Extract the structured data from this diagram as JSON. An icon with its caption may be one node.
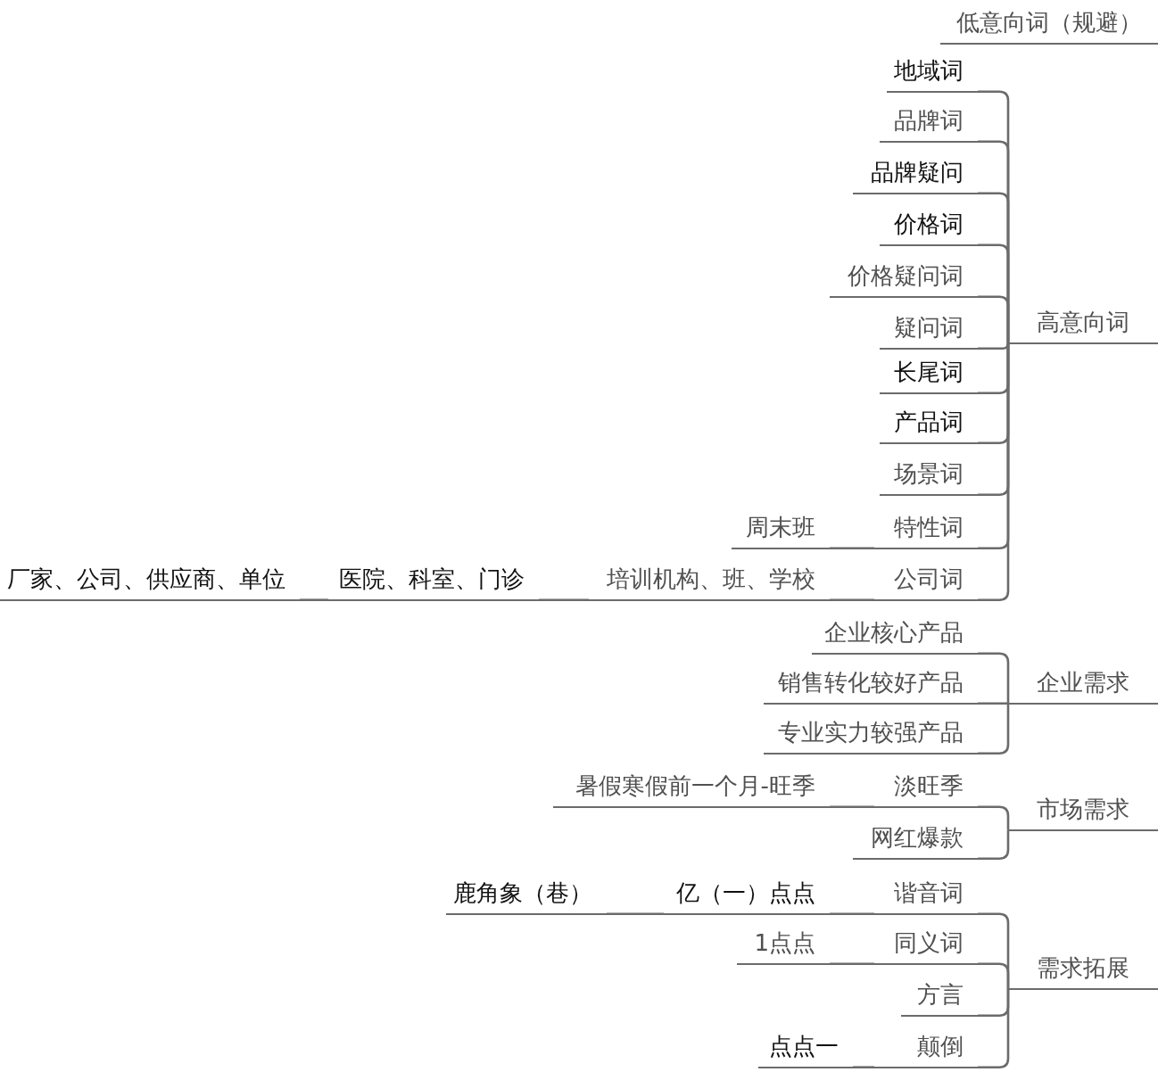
{
  "diagram": {
    "nodes": [
      {
        "text": [
          "低意向词（规避）"
        ]
      },
      {
        "text": [
          "地域词"
        ]
      },
      {
        "text": [
          "品牌词"
        ]
      },
      {
        "text": [
          "品牌疑问"
        ]
      },
      {
        "text": [
          "价格词"
        ]
      },
      {
        "text": [
          "价格疑问词"
        ]
      },
      {
        "text": [
          "疑问词"
        ]
      },
      {
        "text": [
          "高意向词"
        ]
      },
      {
        "text": [
          "长尾词"
        ]
      },
      {
        "text": [
          "产品词"
        ]
      },
      {
        "text": [
          "场景词"
        ]
      },
      {
        "text": [
          "周末班"
        ]
      },
      {
        "text": [
          "特性词"
        ]
      },
      {
        "text": [
          "厂家、公司、供应商、单位"
        ]
      },
      {
        "text": [
          "医院、科室、门诊"
        ]
      },
      {
        "text": [
          "培训机构、班、学校"
        ]
      },
      {
        "text": [
          "公司词"
        ]
      },
      {
        "text": [
          "企业核心产品"
        ]
      },
      {
        "text": [
          "销售转化较好产品"
        ]
      },
      {
        "text": [
          "企业需求"
        ]
      },
      {
        "text": [
          "专业实力较强产品"
        ]
      },
      {
        "text": [
          "暑假寒假前一个月-旺季"
        ]
      },
      {
        "text": [
          "淡旺季"
        ]
      },
      {
        "text": [
          "市场需求"
        ]
      },
      {
        "text": [
          "网红爆款"
        ]
      },
      {
        "text": [
          "鹿角象（巷）"
        ]
      },
      {
        "text": [
          "亿（一）点点"
        ]
      },
      {
        "text": [
          "谐音词"
        ]
      },
      {
        "text": [
          "1点点"
        ]
      },
      {
        "text": [
          "同义词"
        ]
      },
      {
        "text": [
          "需求拓展"
        ]
      },
      {
        "text": [
          "方言"
        ]
      },
      {
        "text": [
          "点点一"
        ]
      },
      {
        "text": [
          "颠倒"
        ]
      }
    ],
    "edges": [
      {
        "from": 7,
        "to": 1,
        "arrow": "none"
      },
      {
        "from": 7,
        "to": 2,
        "arrow": "none"
      },
      {
        "from": 7,
        "to": 3,
        "arrow": "none"
      },
      {
        "from": 7,
        "to": 4,
        "arrow": "none"
      },
      {
        "from": 7,
        "to": 5,
        "arrow": "none"
      },
      {
        "from": 7,
        "to": 6,
        "arrow": "none"
      },
      {
        "from": 7,
        "to": 8,
        "arrow": "none"
      },
      {
        "from": 7,
        "to": 9,
        "arrow": "none"
      },
      {
        "from": 7,
        "to": 10,
        "arrow": "none"
      },
      {
        "from": 7,
        "to": 12,
        "arrow": "none"
      },
      {
        "from": 7,
        "to": 16,
        "arrow": "none"
      },
      {
        "from": 12,
        "to": 11,
        "arrow": "none"
      },
      {
        "from": 16,
        "to": 15,
        "arrow": "none"
      },
      {
        "from": 15,
        "to": 14,
        "arrow": "none"
      },
      {
        "from": 14,
        "to": 13,
        "arrow": "none"
      },
      {
        "from": 19,
        "to": 17,
        "arrow": "none"
      },
      {
        "from": 19,
        "to": 18,
        "arrow": "none"
      },
      {
        "from": 19,
        "to": 20,
        "arrow": "none"
      },
      {
        "from": 23,
        "to": 22,
        "arrow": "none"
      },
      {
        "from": 23,
        "to": 24,
        "arrow": "none"
      },
      {
        "from": 22,
        "to": 21,
        "arrow": "none"
      },
      {
        "from": 30,
        "to": 27,
        "arrow": "none"
      },
      {
        "from": 30,
        "to": 29,
        "arrow": "none"
      },
      {
        "from": 30,
        "to": 31,
        "arrow": "none"
      },
      {
        "from": 30,
        "to": 33,
        "arrow": "none"
      },
      {
        "from": 27,
        "to": 26,
        "arrow": "none"
      },
      {
        "from": 26,
        "to": 25,
        "arrow": "none"
      },
      {
        "from": 29,
        "to": 28,
        "arrow": "none"
      },
      {
        "from": 33,
        "to": 32,
        "arrow": "none"
      }
    ]
  }
}
